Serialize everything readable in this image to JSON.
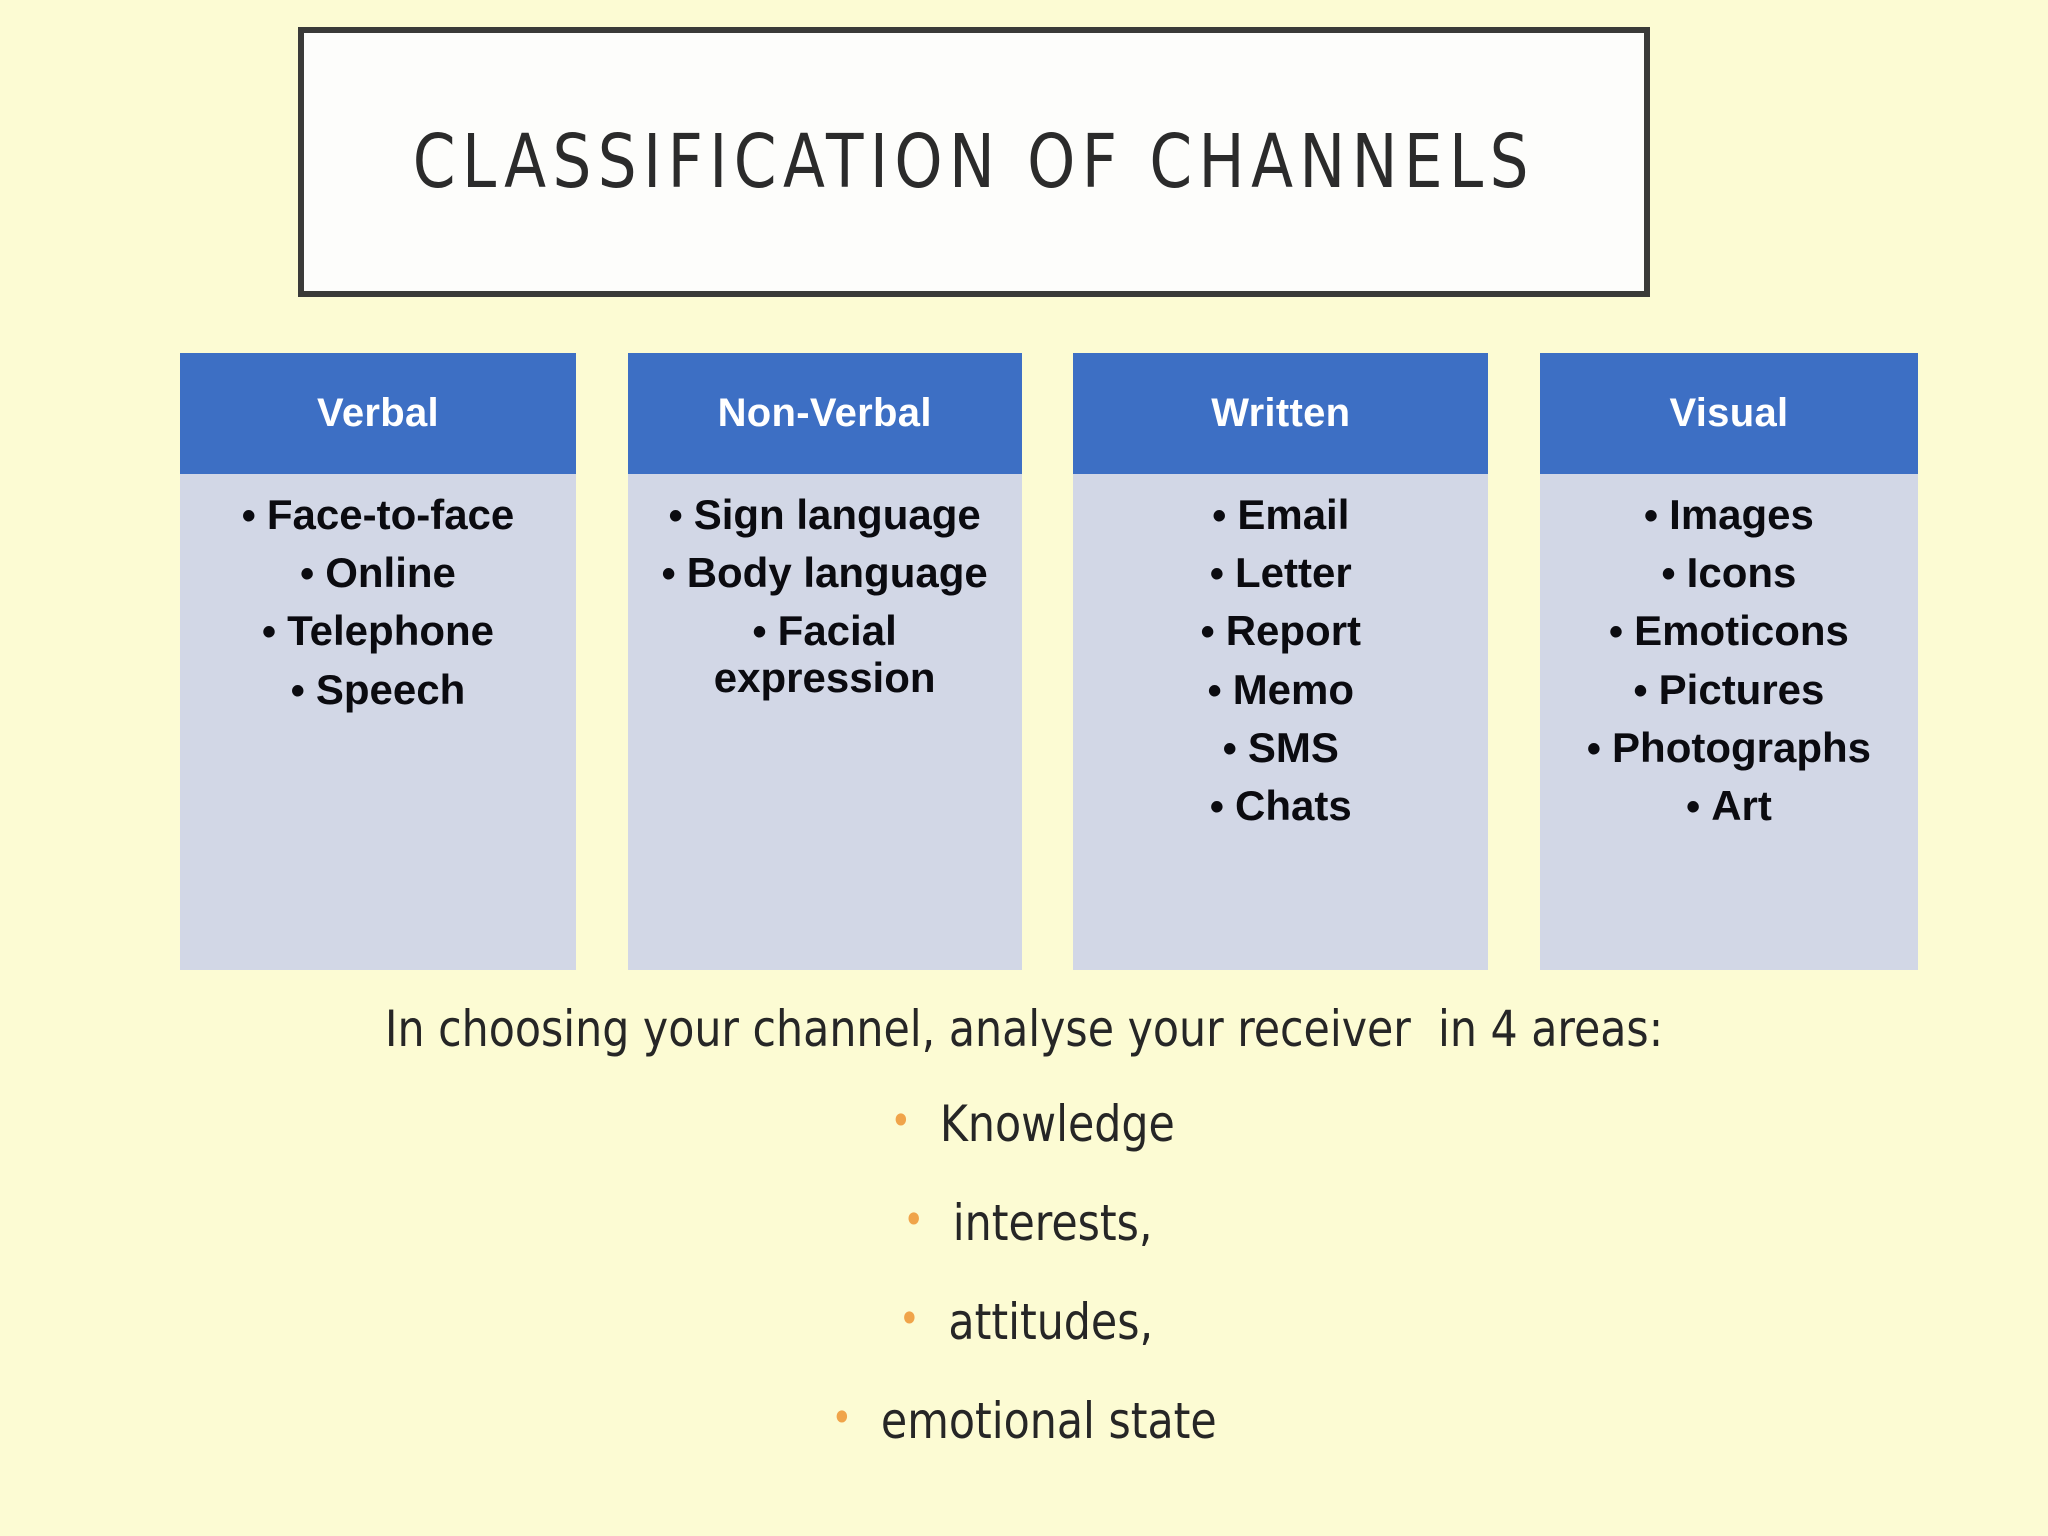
{
  "page": {
    "background_color": "#FCFBD3",
    "title": "CLASSIFICATION OF CHANNELS"
  },
  "theme": {
    "header_blue": "#3D6FC4",
    "body_grey_blue": "#D2D7E6",
    "bullet_orange": "#F0A44A",
    "text_dark": "#262626",
    "title_border": "#3A3A38"
  },
  "columns": [
    {
      "header": "Verbal",
      "items": [
        "Face-to-face",
        "Online",
        "Telephone",
        "Speech"
      ]
    },
    {
      "header": "Non-Verbal",
      "items": [
        "Sign language",
        "Body language",
        "Facial expression"
      ]
    },
    {
      "header": "Written",
      "items": [
        "Email",
        "Letter",
        "Report",
        "Memo",
        "SMS",
        "Chats"
      ]
    },
    {
      "header": "Visual",
      "items": [
        "Images",
        "Icons",
        "Emoticons",
        "Pictures",
        "Photographs",
        "Art"
      ]
    }
  ],
  "footer": {
    "lead_in": "In choosing your channel, analyse your receiver  in 4 areas:",
    "bullet_glyph": "•",
    "items": [
      "Knowledge",
      "interests,",
      "attitudes,",
      "emotional state"
    ]
  }
}
